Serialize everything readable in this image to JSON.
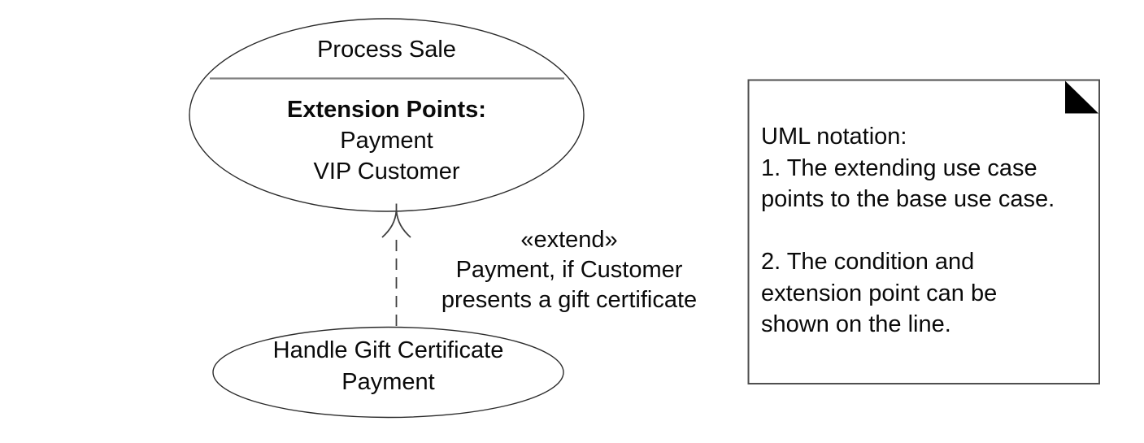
{
  "colors": {
    "background": "#ffffff",
    "shape_stroke": "#2b2b2b",
    "separator": "#7f7f7f",
    "dashed_line": "#3f3f3f",
    "note_border": "#4f4f4f",
    "note_fold": "#000000",
    "text": "#0a0a0a"
  },
  "base_use_case": {
    "title": "Process Sale",
    "extension_points_heading": "Extension Points:",
    "extension_points": [
      "Payment",
      "VIP Customer"
    ]
  },
  "extend_relationship": {
    "stereotype": "«extend»",
    "condition_lines": [
      "Payment, if Customer",
      "presents a gift certificate"
    ]
  },
  "extending_use_case": {
    "name_lines": [
      "Handle Gift Certificate",
      "Payment"
    ]
  },
  "note": {
    "lines": [
      "UML notation:",
      "1. The extending use case",
      "points to the base use case.",
      "",
      "2. The condition and",
      "extension point can be",
      "shown on the line."
    ]
  }
}
